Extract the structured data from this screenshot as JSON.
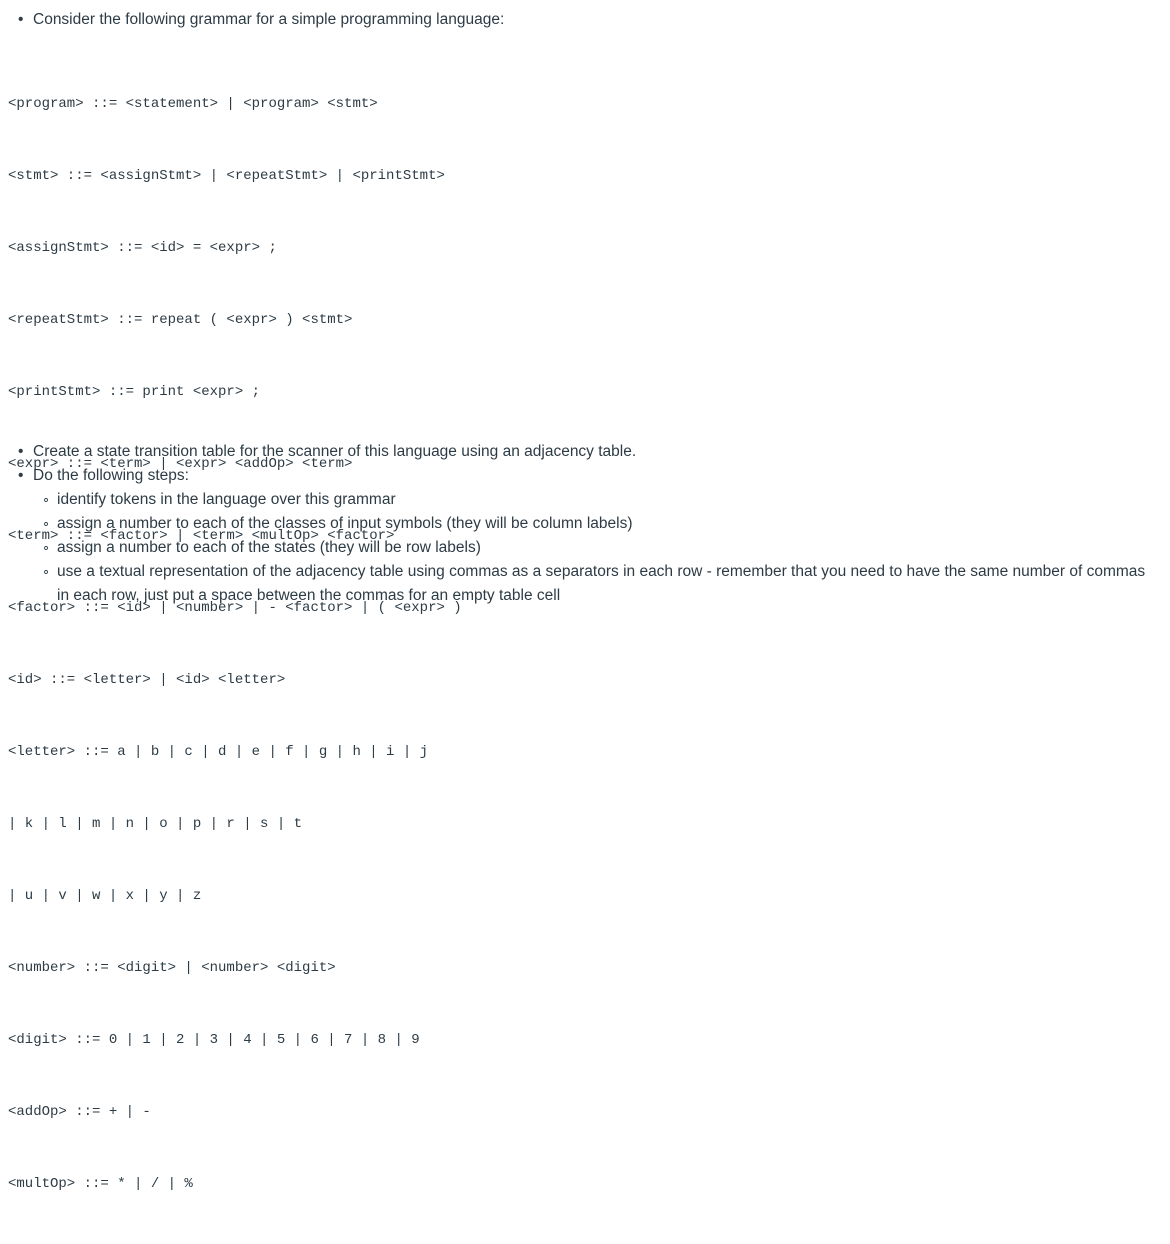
{
  "intro": {
    "bullet": "•",
    "text": "Consider the following grammar for a simple programming language:"
  },
  "grammar_lines": [
    "<program> ::= <statement> | <program> <stmt>",
    "<stmt> ::= <assignStmt> | <repeatStmt> | <printStmt>",
    "<assignStmt> ::= <id> = <expr> ;",
    "<repeatStmt> ::= repeat ( <expr> ) <stmt>",
    "<printStmt> ::= print <expr> ;",
    "<expr> ::= <term> | <expr> <addOp> <term>",
    "<term> ::= <factor> | <term> <multOp> <factor>",
    "<factor> ::= <id> | <number> | - <factor> | ( <expr> )",
    "<id> ::= <letter> | <id> <letter>",
    "<letter> ::= a | b | c | d | e | f | g | h | i | j",
    "| k | l | m | n | o | p | r | s | t",
    "| u | v | w | x | y | z",
    "<number> ::= <digit> | <number> <digit>",
    "<digit> ::= 0 | 1 | 2 | 3 | 4 | 5 | 6 | 7 | 8 | 9",
    "<addOp> ::= + | -",
    "<multOp> ::= * | / | %"
  ],
  "tasks": {
    "bullet": "•",
    "create_table": "Create a state transition table for the scanner of this language using an adjacency table.",
    "do_steps": "Do the following steps:",
    "sub_bullet": "∘",
    "steps": [
      "identify tokens in the language over this grammar",
      "assign a number to each of the classes of input symbols (they will be column labels)",
      "assign a number to each of the states (they will be row labels)",
      "use a textual representation of the adjacency table using commas as a separators in each row - remember that you need to have the same number of commas in each row, just put a space between the commas for an empty table cell"
    ]
  }
}
